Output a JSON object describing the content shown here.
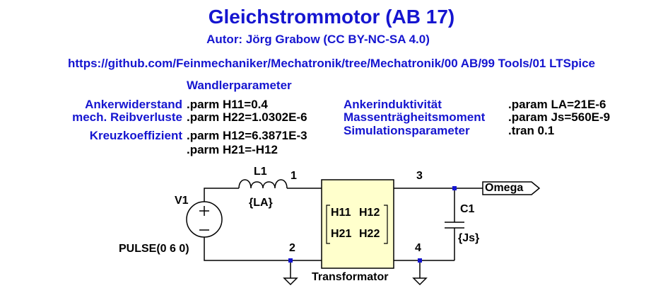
{
  "header": {
    "title": "Gleichstrommotor (AB 17)",
    "author": "Autor: Jörg Grabow (CC BY-NC-SA 4.0)",
    "url": "https://github.com/Feinmechaniker/Mechatronik/tree/Mechatronik/00 AB/99 Tools/01 LTSpice"
  },
  "params": {
    "heading": "Wandlerparameter",
    "left_labels": [
      "Ankerwiderstand",
      "mech. Reibverluste",
      "Kreuzkoeffizient"
    ],
    "left_values": [
      ".parm H11=0.4",
      ".parm H22=1.0302E-6",
      ".parm H12=6.3871E-3",
      ".parm H21=-H12"
    ],
    "right_labels": [
      "Ankerinduktivität",
      "Massenträgheitsmoment",
      "Simulationsparameter"
    ],
    "right_values": [
      ".param LA=21E-6",
      ".param Js=560E-9",
      ".tran 0.1"
    ]
  },
  "schematic": {
    "source_name": "V1",
    "source_value": "PULSE(0 6 0)",
    "inductor_name": "L1",
    "inductor_value": "{LA}",
    "node_1": "1",
    "node_2": "2",
    "node_3": "3",
    "node_4": "4",
    "block_name": "Transformator",
    "matrix_h11": "H11",
    "matrix_h12": "H12",
    "matrix_h21": "H21",
    "matrix_h22": "H22",
    "capacitor_name": "C1",
    "capacitor_value": "{Js}",
    "port_label": "Omega",
    "colors": {
      "wire": "#000000",
      "block_fill": "#ffffcc",
      "text_blue": "#1515d0",
      "junction": "#1515d0"
    }
  }
}
